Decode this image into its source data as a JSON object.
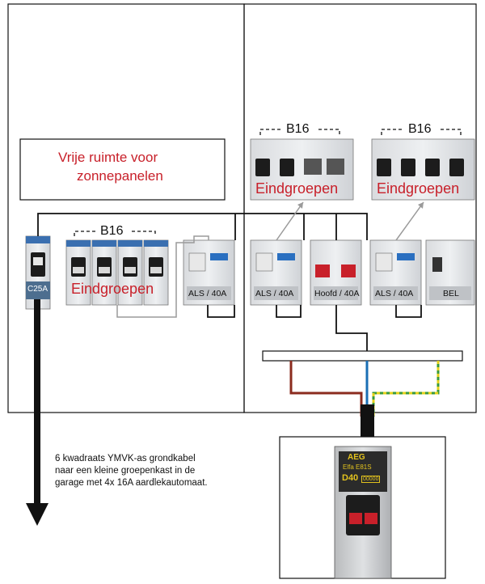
{
  "colors": {
    "title_red": "#c8202a",
    "wire_black": "#111111",
    "wire_grey": "#9a9a9a",
    "brown": "#8b2b1e",
    "blue": "#1a6fb5",
    "green": "#3a9a3a",
    "yellow": "#e4d21a"
  },
  "free_space_text": [
    "Vrije ruimte voor",
    "zonnepanelen"
  ],
  "groups": {
    "b16_label": "B16",
    "eindgroepen_label": "Eindgroepen"
  },
  "breakers": {
    "c25a": "C25A",
    "als_left": "ALS / 40A",
    "als_mid": "ALS / 40A",
    "hoofd": "Hoofd / 40A",
    "als_right": "ALS / 40A",
    "bel": "BEL"
  },
  "cable_note": [
    "6 kwadraats YMVK-as grondkabel",
    "naar een kleine groepenkast in de",
    "garage met 4x 16A aardlekautomaat."
  ],
  "aeg_breaker": {
    "brand": "AEG",
    "model": "Elfa E81S",
    "rating": "D40",
    "code": "00000"
  },
  "icons": {
    "arrow": "arrow-down-icon"
  }
}
